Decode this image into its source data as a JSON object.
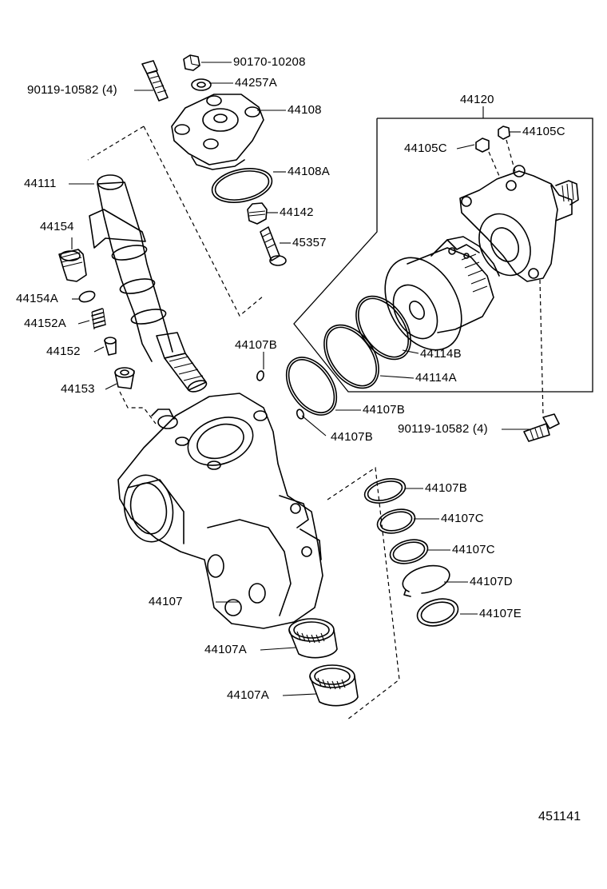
{
  "labels": {
    "l_90170_10208": "90170-10208",
    "l_90119_top": "90119-10582 (4)",
    "l_44257A": "44257A",
    "l_44108": "44108",
    "l_44120": "44120",
    "l_44105C_a": "44105C",
    "l_44105C_b": "44105C",
    "l_44111": "44111",
    "l_44108A": "44108A",
    "l_44154": "44154",
    "l_44142": "44142",
    "l_45357": "45357",
    "l_44154A": "44154A",
    "l_44152A": "44152A",
    "l_44152": "44152",
    "l_44107B_a": "44107B",
    "l_44114B": "44114B",
    "l_44114A": "44114A",
    "l_44153": "44153",
    "l_44107B_b": "44107B",
    "l_44107B_c": "44107B",
    "l_90119_bottom": "90119-10582 (4)",
    "l_44107B_d": "44107B",
    "l_44107C_a": "44107C",
    "l_44107C_b": "44107C",
    "l_44107D": "44107D",
    "l_44107": "44107",
    "l_44107E": "44107E",
    "l_44107A_a": "44107A",
    "l_44107A_b": "44107A"
  },
  "figure_number": "451141"
}
